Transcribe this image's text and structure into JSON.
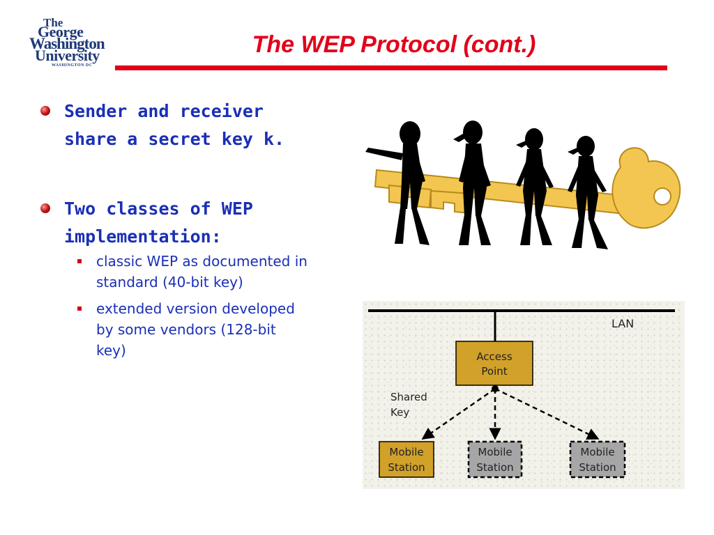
{
  "logo": {
    "line1": "The",
    "line2": "George",
    "line3": "Washington",
    "line4": "University",
    "line5": "WASHINGTON DC"
  },
  "slide": {
    "title": "The WEP Protocol (cont.)",
    "bullets": [
      {
        "text_lines": [
          "Sender and receiver",
          "share a secret key k."
        ]
      },
      {
        "text_lines": [
          "Two classes of WEP",
          "implementation:"
        ],
        "subbullets": [
          {
            "text_lines": [
              "classic WEP as documented in",
              "standard (40-bit key)"
            ]
          },
          {
            "text_lines": [
              "extended version developed",
              "by some vendors (128-bit",
              "key)"
            ]
          }
        ]
      }
    ]
  },
  "diagram": {
    "lan_label": "LAN",
    "access_point": [
      "Access",
      "Point"
    ],
    "shared_key": [
      "Shared",
      "Key"
    ],
    "stations": [
      {
        "lines": [
          "Mobile",
          "Station"
        ],
        "state": "solid"
      },
      {
        "lines": [
          "Mobile",
          "Station"
        ],
        "state": "dashed"
      },
      {
        "lines": [
          "Mobile",
          "Station"
        ],
        "state": "dashed"
      }
    ],
    "colors": {
      "gold": "#d1a12a",
      "gray": "#a6a6a6",
      "key": "#f2c650"
    }
  },
  "colors": {
    "title": "#e2001a",
    "bullet_text": "#1a2fb5"
  }
}
